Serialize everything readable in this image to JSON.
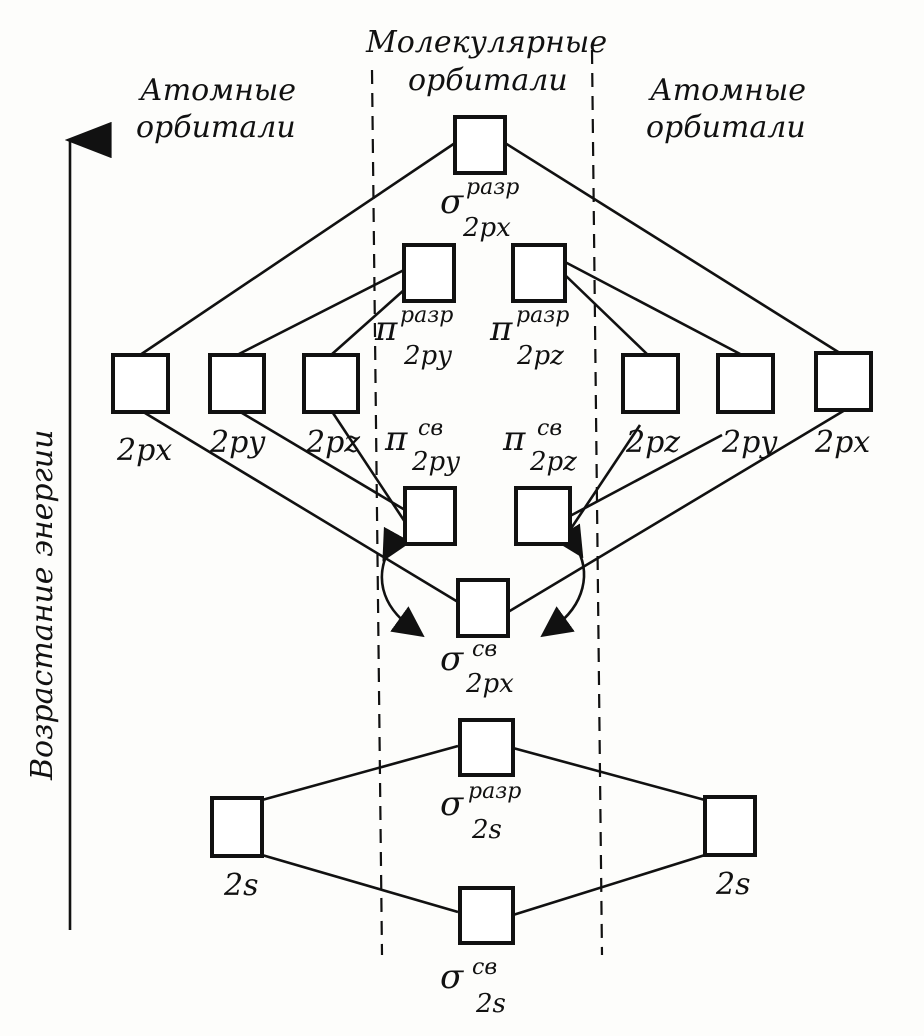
{
  "headers": {
    "left": [
      "Атомные",
      "орбитали"
    ],
    "center": [
      "Молекулярные",
      "орбитали"
    ],
    "right": [
      "Атомные",
      "орбитали"
    ]
  },
  "axis_label": "Возрастание энергии",
  "atomic_left": {
    "p": [
      "2px",
      "2py",
      "2pz"
    ],
    "s": "2s"
  },
  "atomic_right": {
    "p": [
      "2pz",
      "2py",
      "2px"
    ],
    "s": "2s"
  },
  "molecular": {
    "sigma_2px_antibonding": {
      "symbol": "σ",
      "sup": "разр",
      "sub": "2px"
    },
    "pi_2py_antibonding": {
      "symbol": "π",
      "sup": "разр",
      "sub": "2py"
    },
    "pi_2pz_antibonding": {
      "symbol": "π",
      "sup": "разр",
      "sub": "2pz"
    },
    "pi_2py_bonding": {
      "symbol": "π",
      "sup": "св",
      "sub": "2py"
    },
    "pi_2pz_bonding": {
      "symbol": "π",
      "sup": "св",
      "sub": "2pz"
    },
    "sigma_2px_bonding": {
      "symbol": "σ",
      "sup": "св",
      "sub": "2px"
    },
    "sigma_2s_antibonding": {
      "symbol": "σ",
      "sup": "разр",
      "sub": "2s"
    },
    "sigma_2s_bonding": {
      "symbol": "σ",
      "sup": "св",
      "sub": "2s"
    }
  }
}
